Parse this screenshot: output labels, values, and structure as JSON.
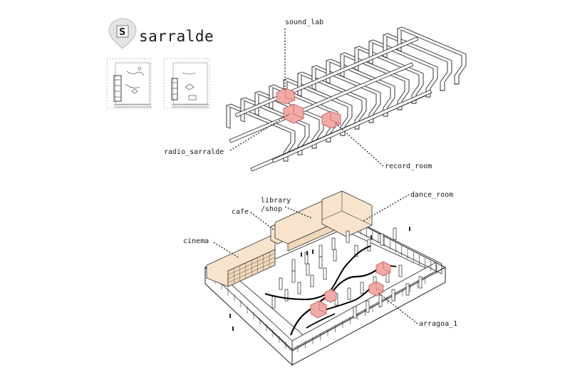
{
  "header": {
    "logo_letter": "S",
    "title": "sarralde"
  },
  "labels": {
    "sound_lab": "sound_lab",
    "radio_sarralde": "radio_sarralde",
    "record_room": "record_room",
    "library_shop_line1": "library",
    "library_shop_line2": "/shop",
    "cafe": "cafe",
    "dance_room": "dance_room",
    "cinema": "cinema",
    "arragoa": "arragoa_1"
  },
  "colors": {
    "pink_volume": "#f2aaa6",
    "tan_volume": "#f8e4cc",
    "line": "#222222"
  }
}
